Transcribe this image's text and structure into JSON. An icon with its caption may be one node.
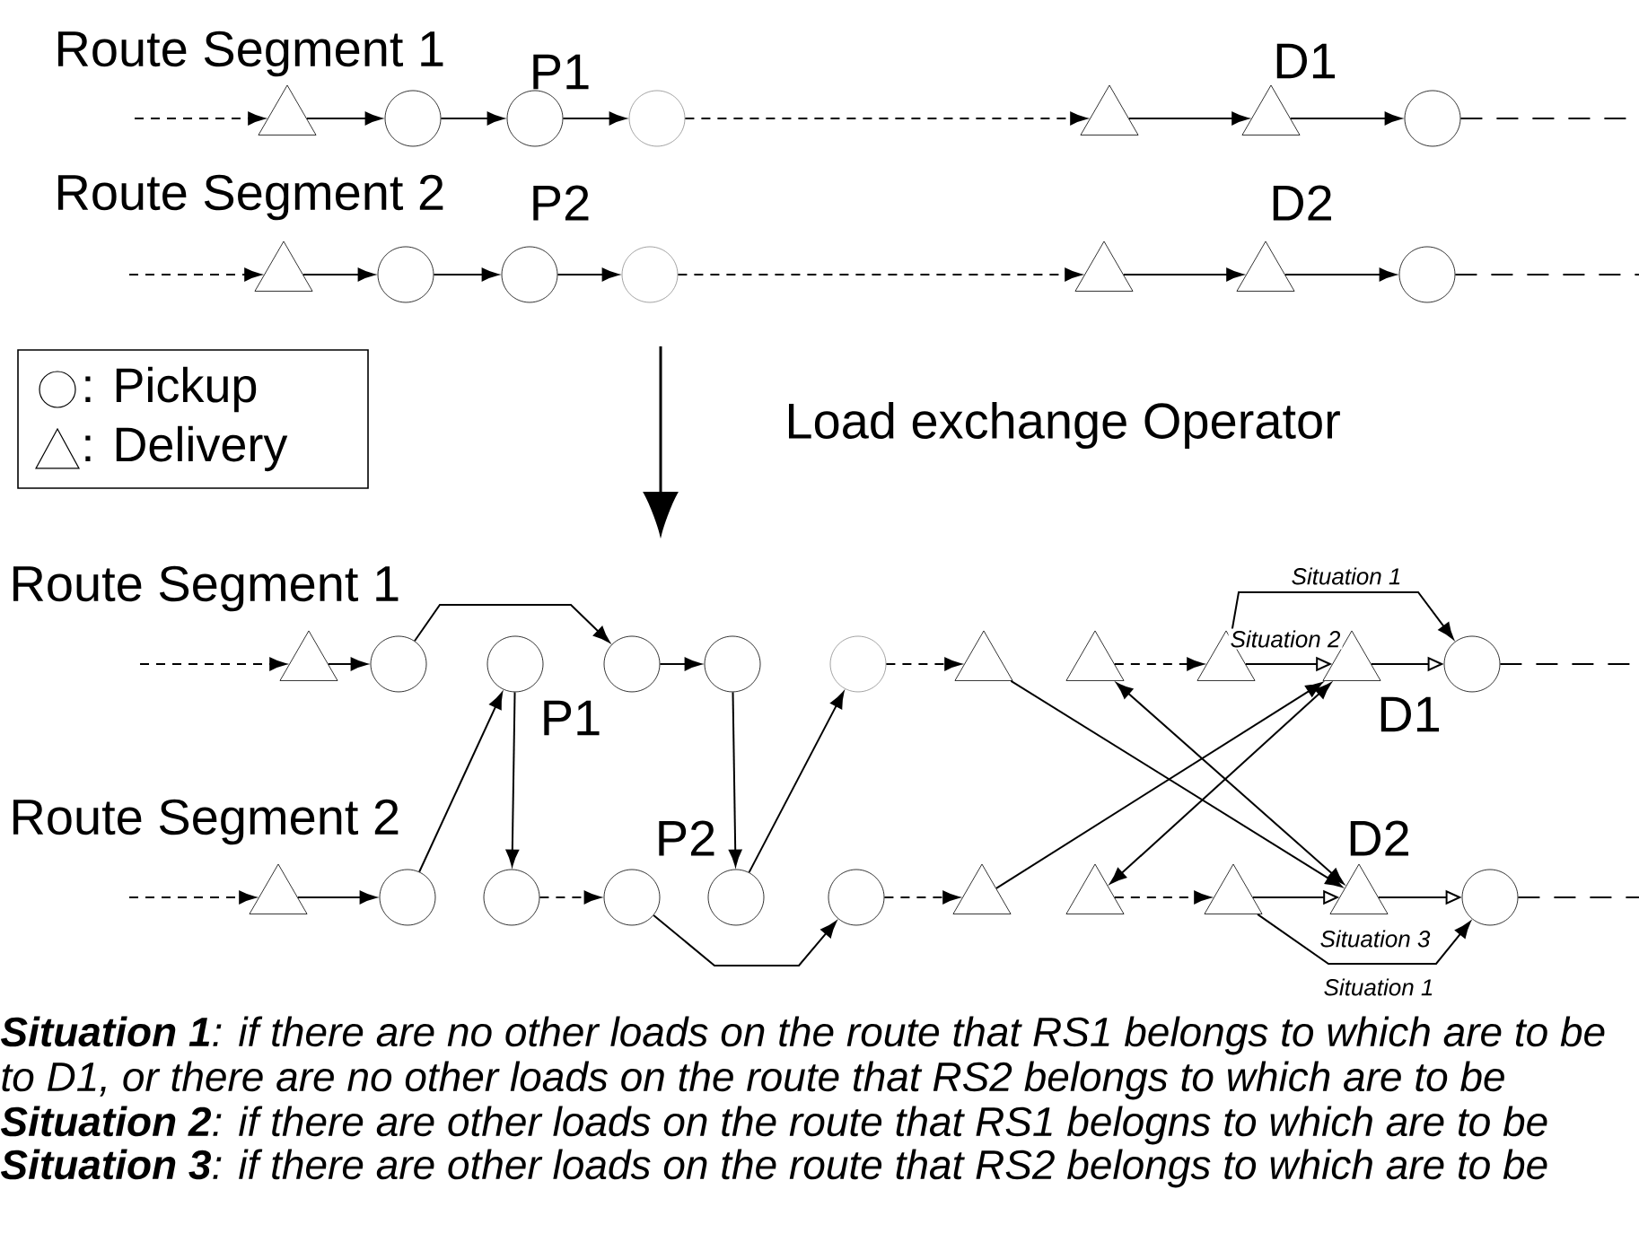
{
  "diagram": {
    "nodes": [
      {
        "text": [],
        "shape": "triangle"
      },
      {
        "text": [],
        "shape": "circle"
      },
      {
        "text": [],
        "shape": "circle",
        "beside": [
          "P1"
        ]
      },
      {
        "text": [],
        "shape": "circle"
      },
      {
        "text": [],
        "shape": "triangle"
      },
      {
        "text": [],
        "shape": "triangle",
        "beside": [
          "D1"
        ]
      },
      {
        "text": [],
        "shape": "circle"
      },
      {
        "text": [],
        "shape": "triangle"
      },
      {
        "text": [],
        "shape": "circle"
      },
      {
        "text": [],
        "shape": "circle",
        "beside": [
          "P2"
        ]
      },
      {
        "text": [],
        "shape": "circle"
      },
      {
        "text": [],
        "shape": "triangle"
      },
      {
        "text": [],
        "shape": "triangle",
        "beside": [
          "D2"
        ]
      },
      {
        "text": [],
        "shape": "circle"
      },
      {
        "text": [],
        "shape": "triangle"
      },
      {
        "text": [],
        "shape": "circle"
      },
      {
        "text": [],
        "shape": "circle",
        "beside": [
          "P1"
        ]
      },
      {
        "text": [],
        "shape": "circle"
      },
      {
        "text": [],
        "shape": "circle"
      },
      {
        "text": [],
        "shape": "circle"
      },
      {
        "text": [],
        "shape": "triangle"
      },
      {
        "text": [],
        "shape": "triangle"
      },
      {
        "text": [],
        "shape": "triangle"
      },
      {
        "text": [],
        "shape": "triangle",
        "beside": [
          "D1"
        ]
      },
      {
        "text": [],
        "shape": "circle"
      },
      {
        "text": [],
        "shape": "triangle"
      },
      {
        "text": [],
        "shape": "circle"
      },
      {
        "text": [],
        "shape": "circle"
      },
      {
        "text": [],
        "shape": "circle"
      },
      {
        "text": [],
        "shape": "circle",
        "beside": [
          "P2"
        ]
      },
      {
        "text": [],
        "shape": "circle"
      },
      {
        "text": [],
        "shape": "triangle"
      },
      {
        "text": [],
        "shape": "triangle"
      },
      {
        "text": [],
        "shape": "triangle"
      },
      {
        "text": [],
        "shape": "triangle",
        "beside": [
          "D2"
        ]
      },
      {
        "text": [],
        "shape": "circle"
      }
    ],
    "edges": [
      {
        "from": null,
        "to": 0,
        "arrow": "to",
        "style": "dashed"
      },
      {
        "from": 0,
        "to": 1,
        "arrow": "to"
      },
      {
        "from": 1,
        "to": 2,
        "arrow": "to"
      },
      {
        "from": 2,
        "to": 3,
        "arrow": "to"
      },
      {
        "from": 3,
        "to": 4,
        "arrow": "to",
        "style": "dashed"
      },
      {
        "from": 4,
        "to": 5,
        "arrow": "to"
      },
      {
        "from": 5,
        "to": 6,
        "arrow": "to"
      },
      {
        "from": 6,
        "to": null,
        "arrow": "none",
        "style": "dashed"
      },
      {
        "from": null,
        "to": 7,
        "arrow": "to",
        "style": "dashed"
      },
      {
        "from": 7,
        "to": 8,
        "arrow": "to"
      },
      {
        "from": 8,
        "to": 9,
        "arrow": "to"
      },
      {
        "from": 9,
        "to": 10,
        "arrow": "to"
      },
      {
        "from": 10,
        "to": 11,
        "arrow": "to",
        "style": "dashed"
      },
      {
        "from": 11,
        "to": 12,
        "arrow": "to"
      },
      {
        "from": 12,
        "to": 13,
        "arrow": "to"
      },
      {
        "from": 13,
        "to": null,
        "arrow": "none",
        "style": "dashed"
      },
      {
        "from": null,
        "to": 14,
        "arrow": "to",
        "style": "dashed"
      },
      {
        "from": 14,
        "to": 15,
        "arrow": "to"
      },
      {
        "from": 15,
        "to": 17,
        "arrow": "to"
      },
      {
        "from": 17,
        "to": 18,
        "arrow": "to"
      },
      {
        "from": 18,
        "to": 29,
        "arrow": "to"
      },
      {
        "from": 19,
        "to": 20,
        "arrow": "to",
        "style": "dashed"
      },
      {
        "from": 21,
        "to": 22,
        "arrow": "to",
        "style": "dashed"
      },
      {
        "from": 22,
        "to": 23,
        "arrow": "to",
        "label": "Situation 2"
      },
      {
        "from": 22,
        "to": 24,
        "arrow": "to",
        "label": "Situation 1"
      },
      {
        "from": 23,
        "to": 24,
        "arrow": "to"
      },
      {
        "from": 24,
        "to": null,
        "arrow": "none",
        "style": "dashed"
      },
      {
        "from": null,
        "to": 25,
        "arrow": "to",
        "style": "dashed"
      },
      {
        "from": 25,
        "to": 26,
        "arrow": "to"
      },
      {
        "from": 26,
        "to": 16,
        "arrow": "to"
      },
      {
        "from": 16,
        "to": 27,
        "arrow": "to"
      },
      {
        "from": 27,
        "to": 28,
        "arrow": "to",
        "style": "dashed"
      },
      {
        "from": 28,
        "to": 30,
        "arrow": "to"
      },
      {
        "from": 29,
        "to": 19,
        "arrow": "to"
      },
      {
        "from": 30,
        "to": 31,
        "arrow": "to",
        "style": "dashed"
      },
      {
        "from": 32,
        "to": 33,
        "arrow": "to",
        "style": "dashed"
      },
      {
        "from": 33,
        "to": 34,
        "arrow": "to",
        "label": "Situation 3"
      },
      {
        "from": 33,
        "to": 35,
        "arrow": "to",
        "label": "Situation 1"
      },
      {
        "from": 34,
        "to": 35,
        "arrow": "to"
      },
      {
        "from": 35,
        "to": null,
        "arrow": "none",
        "style": "dashed"
      },
      {
        "from": 20,
        "to": 34,
        "arrow": "to"
      },
      {
        "from": 31,
        "to": 23,
        "arrow": "to"
      },
      {
        "from": 21,
        "to": 34,
        "arrow": "both"
      },
      {
        "from": 32,
        "to": 23,
        "arrow": "both"
      }
    ],
    "labels": [
      "Route Segment 1",
      "Route Segment 2",
      "Load exchange Operator",
      "Route Segment 1",
      "Route Segment 2",
      "**Situation 1**: if there are no other loads on the route that RS1 belongs to which are to be",
      "to D1, or there are no other loads on the route that RS2 belongs to which are to be",
      "**Situation 2**: if there are other loads on the route that RS1 belogns to which are to be",
      "**Situation 3**: if there are other loads on the route that RS2 belongs to which are to be"
    ],
    "legend": [
      {
        "text": ": Pickup"
      },
      {
        "text": ": Delivery"
      }
    ]
  }
}
